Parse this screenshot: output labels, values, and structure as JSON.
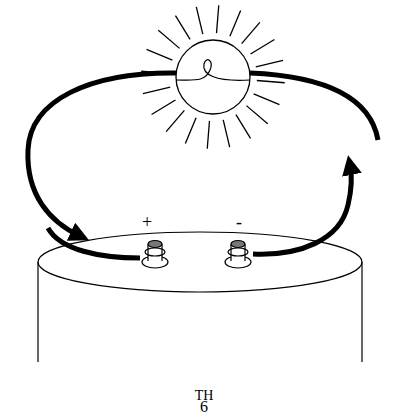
{
  "diagram": {
    "labels": [
      "+",
      "-",
      "TH",
      "6"
    ]
  }
}
